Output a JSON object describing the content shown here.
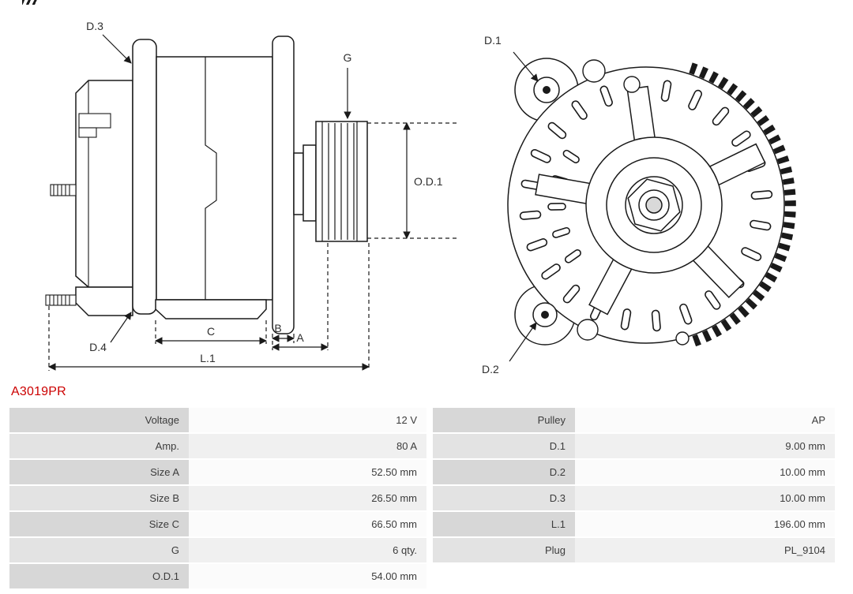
{
  "page": {
    "part_number": "A3019PR"
  },
  "colors": {
    "part_number_red": "#cc0000",
    "line_color": "#1a1a1a",
    "label_cell_bg": "#d7d7d7",
    "label_cell_bg_alt": "#e3e3e3",
    "value_cell_bg": "#fbfbfb",
    "value_cell_bg_alt": "#f0f0f0"
  },
  "diagram": {
    "side_view": {
      "d3": "D.3",
      "d4": "D.4",
      "g": "G",
      "od1": "O.D.1",
      "a": "A",
      "b": "B",
      "c": "C",
      "l1": "L.1"
    },
    "front_view": {
      "d1": "D.1",
      "d2": "D.2"
    }
  },
  "table": {
    "rows": [
      {
        "l1": "Voltage",
        "v1": "12 V",
        "l2": "Pulley",
        "v2": "AP"
      },
      {
        "l1": "Amp.",
        "v1": "80 A",
        "l2": "D.1",
        "v2": "9.00 mm"
      },
      {
        "l1": "Size A",
        "v1": "52.50 mm",
        "l2": "D.2",
        "v2": "10.00 mm"
      },
      {
        "l1": "Size B",
        "v1": "26.50 mm",
        "l2": "D.3",
        "v2": "10.00 mm"
      },
      {
        "l1": "Size C",
        "v1": "66.50 mm",
        "l2": "L.1",
        "v2": "196.00 mm"
      },
      {
        "l1": "G",
        "v1": "6 qty.",
        "l2": "Plug",
        "v2": "PL_9104"
      },
      {
        "l1": "O.D.1",
        "v1": "54.00 mm",
        "l2": "",
        "v2": ""
      }
    ]
  }
}
